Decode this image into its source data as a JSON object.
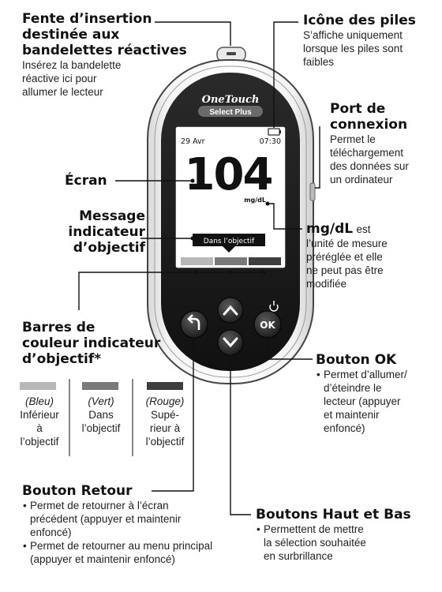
{
  "callouts": {
    "slot": {
      "title_lines": [
        "Fente d’insertion",
        "destinée aux",
        "bandelettes réactives"
      ],
      "desc_lines": [
        "Insérez la bandelette",
        "réactive ici pour",
        "allumer le lecteur"
      ]
    },
    "battery": {
      "title": "Icône des piles",
      "desc_lines": [
        "S’affiche uniquement",
        "lorsque les piles sont",
        "faibles"
      ]
    },
    "port": {
      "title_lines": [
        "Port de",
        "connexion"
      ],
      "desc_lines": [
        "Permet le",
        "téléchargement",
        "des données sur",
        "un ordinateur"
      ]
    },
    "screen": {
      "title": "Écran"
    },
    "message": {
      "title_lines": [
        "Message",
        "indicateur",
        "d’objectif"
      ]
    },
    "unit": {
      "title": "mg/dL",
      "desc_first": "est",
      "desc_lines": [
        "l’unité de mesure",
        "préréglée et elle",
        "ne peut pas être",
        "modifiée"
      ]
    },
    "bars": {
      "title_lines": [
        "Barres de",
        "couleur indicateur",
        "d’objectif*"
      ]
    },
    "ok": {
      "title": "Bouton OK",
      "desc_lines": [
        "Permet d’allumer/",
        "d’éteindre le",
        "lecteur (appuyer",
        "et maintenir",
        "enfoncé)"
      ]
    },
    "back": {
      "title": "Bouton Retour",
      "bullets": [
        [
          "Permet de retourner à l’écran",
          "précédent (appuyer et maintenir",
          "enfoncé)"
        ],
        [
          "Permet de retourner au menu principal",
          "(appuyer et maintenir enfoncé)"
        ]
      ]
    },
    "updown": {
      "title": "Boutons Haut et Bas",
      "desc_lines": [
        "Permettent de mettre",
        "la sélection souhaitée",
        "en surbrillance"
      ]
    }
  },
  "legend": [
    {
      "color_name": "(Bleu)",
      "lines": [
        "Inférieur",
        "à",
        "l’objectif"
      ],
      "swatch": "#b8b8b8"
    },
    {
      "color_name": "(Vert)",
      "lines": [
        "Dans",
        "l’objectif"
      ],
      "swatch": "#7a7a7a"
    },
    {
      "color_name": "(Rouge)",
      "lines": [
        "Supé-",
        "rieur à",
        "l’objectif"
      ],
      "swatch": "#3e3e3e"
    }
  ],
  "meter": {
    "brand_line1": "OneTouch",
    "brand_line2": "Select Plus",
    "date": "29 Avr",
    "time": "07:30",
    "reading": "104",
    "unit": "mg/dL",
    "status_message": "Dans l’objectif",
    "ok_label": "OK"
  }
}
